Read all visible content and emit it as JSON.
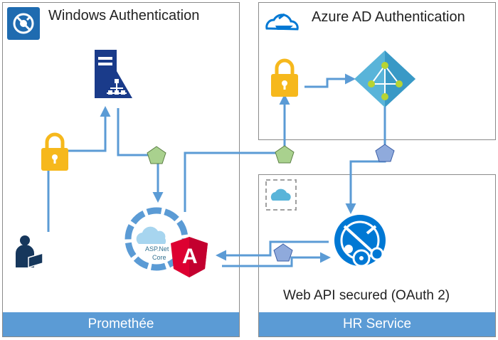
{
  "left_panel": {
    "title": "Windows Authentication",
    "footer": "Promethée"
  },
  "right_top_panel": {
    "title": "Azure AD Authentication"
  },
  "right_bottom_panel": {
    "caption": "Web API secured (OAuth 2)",
    "footer": "HR Service"
  },
  "app_badge": {
    "line1": "ASP.Net",
    "line2": "Core",
    "angular_letter": "A"
  },
  "colors": {
    "connector": "#5b9bd5",
    "footer_fill": "#5b9bd5",
    "lock_yellow": "#f6b81c",
    "token_green": "#a9d18e",
    "token_blue": "#8faadc",
    "azure_blue": "#0078d4",
    "angular_red": "#dd0031",
    "server_navy": "#1a3b8a"
  }
}
